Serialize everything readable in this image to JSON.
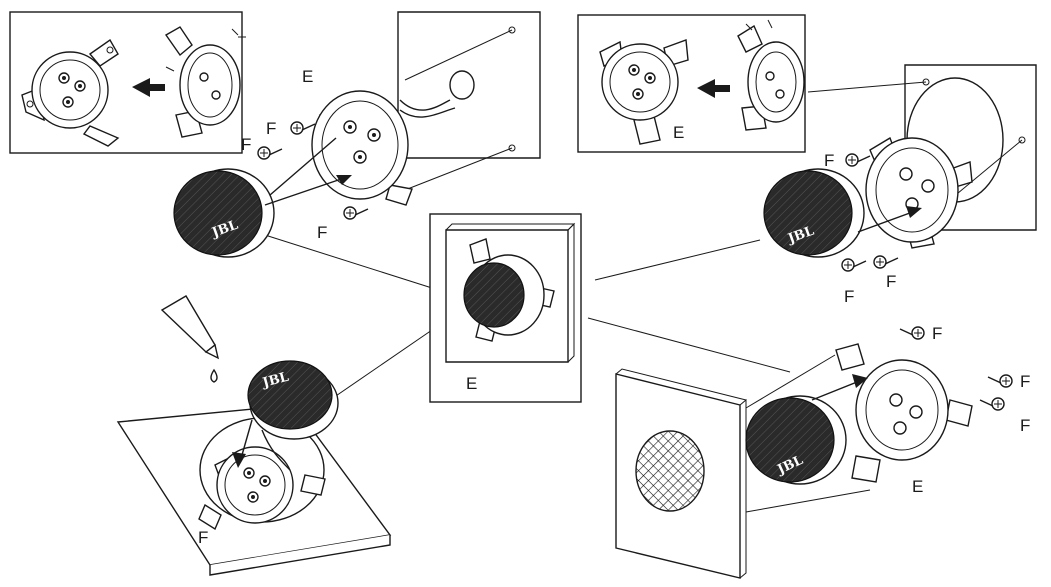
{
  "labels": {
    "e": "E",
    "f": "F"
  },
  "brand_logo": "JBL",
  "colors": {
    "line": "#1a1a1a",
    "grille": "#2a2a2a",
    "background": "#ffffff"
  }
}
